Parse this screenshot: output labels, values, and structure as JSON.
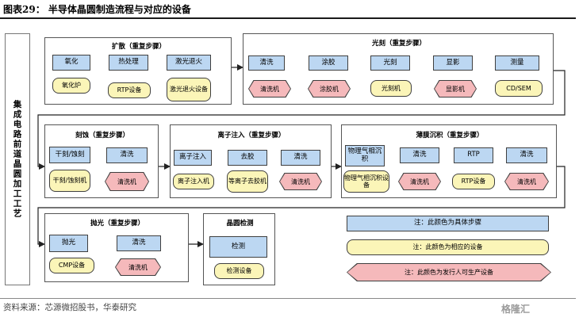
{
  "title": "图表29： 半导体晶圆制造流程与对应的设备",
  "source": "资料来源：芯源微招股书，华泰研究",
  "watermark": "格隆汇",
  "sidebar_label": "集成电路前道晶圆加工工艺",
  "panels": {
    "diffusion": {
      "title": "扩散（重复步骤）",
      "steps": [
        "氧化",
        "热处理",
        "激光退火"
      ],
      "equipment": [
        "氧化炉",
        "RTP设备",
        "激光退火设备"
      ]
    },
    "litho": {
      "title": "光刻（重复步骤）",
      "steps": [
        "清洗",
        "涂胶",
        "光刻",
        "显影",
        "测量"
      ],
      "equipment": [
        "清洗机",
        "涂胶机",
        "光刻机",
        "显影机",
        "CD/SEM"
      ]
    },
    "etch": {
      "title": "刻蚀（重复步骤）",
      "steps": [
        "干刻/蚀刻",
        "清洗"
      ],
      "equipment": [
        "干刻/蚀刻机",
        "清洗机"
      ]
    },
    "implant": {
      "title": "离子注入（重复步骤）",
      "steps": [
        "离子注入",
        "去胶",
        "清洗"
      ],
      "equipment": [
        "离子注入机",
        "等离子去胶机",
        "清洗机"
      ]
    },
    "film": {
      "title": "薄膜沉积（重复步骤）",
      "steps": [
        "物理气相沉积",
        "清洗",
        "RTP",
        "清洗"
      ],
      "equipment": [
        "物理气相沉积设备",
        "清洗机",
        "RTP设备",
        "清洗机"
      ]
    },
    "polish": {
      "title": "抛光（重复步骤）",
      "steps": [
        "抛光",
        "清洗"
      ],
      "equipment": [
        "CMP设备",
        "清洗机"
      ]
    },
    "inspect": {
      "title": "晶圆检测",
      "steps": [
        "检测"
      ],
      "equipment": [
        "检测设备"
      ]
    }
  },
  "legend": {
    "step": "注：此颜色为具体步骤",
    "equip": "注：此颜色为相应的设备",
    "issuer": "注：此颜色为发行人可生产设备"
  },
  "colors": {
    "step": "#bcd7f2",
    "equipment": "#fbf5b8",
    "issuer_equipment": "#f5b9bb"
  }
}
